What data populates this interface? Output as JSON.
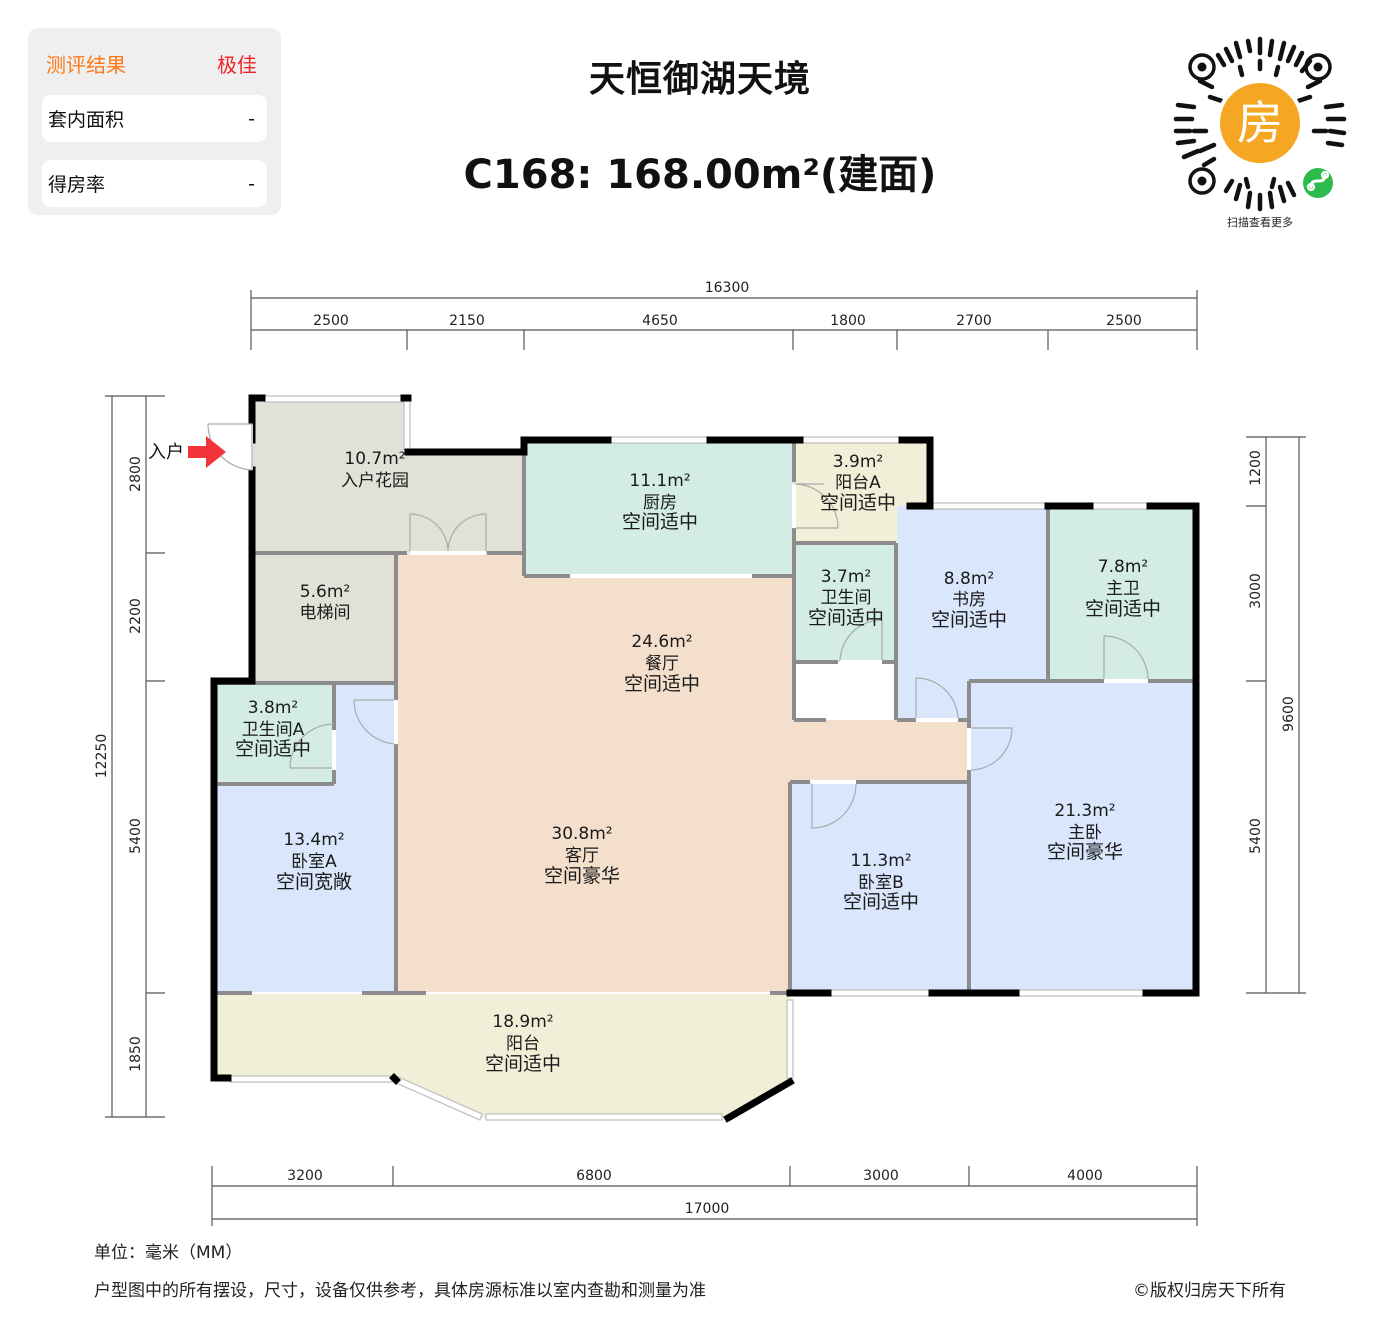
{
  "evaluation": {
    "label": "测评结果",
    "rating": "极佳",
    "rows": [
      {
        "label": "套内面积",
        "value": "-"
      },
      {
        "label": "得房率",
        "value": "-"
      }
    ]
  },
  "header": {
    "project_name": "天恒御湖天境",
    "unit_title": "C168: 168.00m²(建面)"
  },
  "qr": {
    "center_char": "房",
    "caption": "扫描查看更多",
    "colors": {
      "badge": "#f5a623",
      "mini_program": "#2dbb4e"
    }
  },
  "entrance": {
    "label": "入户",
    "arrow_color": "#f2343a"
  },
  "colors": {
    "wall": "#000000",
    "inner_wall": "#8c8c8c",
    "garden": "#e2e1d8",
    "wet": "#d4ece6",
    "bedroom": "#d9e6fc",
    "living": "#f3dfcc",
    "balcony": "#f2efd8",
    "balcony_a": "#f1efd7",
    "dim_line": "#555555"
  },
  "rooms": [
    {
      "id": "entry-garden",
      "area": "10.7m²",
      "name": "入户花园",
      "rating": ""
    },
    {
      "id": "elevator",
      "area": "5.6m²",
      "name": "电梯间",
      "rating": ""
    },
    {
      "id": "kitchen",
      "area": "11.1m²",
      "name": "厨房",
      "rating": "空间适中"
    },
    {
      "id": "balcony-a",
      "area": "3.9m²",
      "name": "阳台A",
      "rating": "空间适中"
    },
    {
      "id": "bathroom",
      "area": "3.7m²",
      "name": "卫生间",
      "rating": "空间适中"
    },
    {
      "id": "study",
      "area": "8.8m²",
      "name": "书房",
      "rating": "空间适中"
    },
    {
      "id": "master-bath",
      "area": "7.8m²",
      "name": "主卫",
      "rating": "空间适中"
    },
    {
      "id": "dining",
      "area": "24.6m²",
      "name": "餐厅",
      "rating": "空间适中"
    },
    {
      "id": "bathroom-a",
      "area": "3.8m²",
      "name": "卫生间A",
      "rating": "空间适中"
    },
    {
      "id": "bedroom-a",
      "area": "13.4m²",
      "name": "卧室A",
      "rating": "空间宽敞"
    },
    {
      "id": "living",
      "area": "30.8m²",
      "name": "客厅",
      "rating": "空间豪华"
    },
    {
      "id": "bedroom-b",
      "area": "11.3m²",
      "name": "卧室B",
      "rating": "空间适中"
    },
    {
      "id": "master-bedroom",
      "area": "21.3m²",
      "name": "主卧",
      "rating": "空间豪华"
    },
    {
      "id": "balcony",
      "area": "18.9m²",
      "name": "阳台",
      "rating": "空间适中"
    }
  ],
  "dimensions": {
    "top_total": "16300",
    "top_segments": [
      "2500",
      "2150",
      "4650",
      "1800",
      "2700",
      "2500"
    ],
    "bottom_total": "17000",
    "bottom_segments": [
      "3200",
      "6800",
      "3000",
      "4000"
    ],
    "left_total": "12250",
    "left_segments": [
      "2800",
      "2200",
      "5400",
      "1850"
    ],
    "right_total": "9600",
    "right_segments": [
      "1200",
      "3000",
      "5400"
    ]
  },
  "footer": {
    "unit_note": "单位：毫米（MM）",
    "disclaimer": "户型图中的所有摆设，尺寸，设备仅供参考，具体房源标准以室内查勘和测量为准",
    "copyright": "©版权归房天下所有"
  }
}
